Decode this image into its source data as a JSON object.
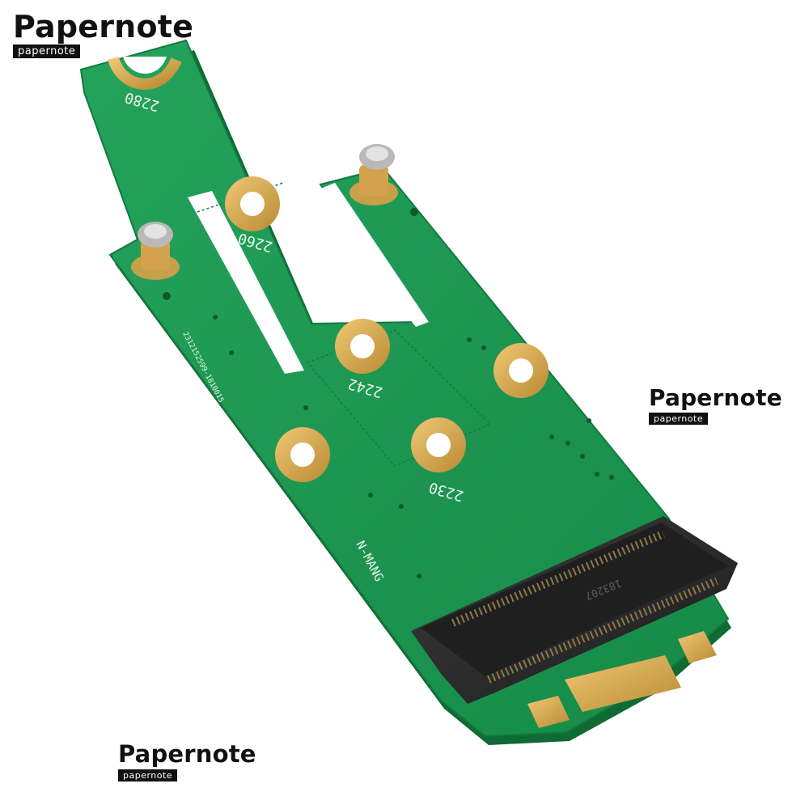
{
  "watermarks": [
    {
      "brand": "Papernote",
      "tag": "papernote"
    },
    {
      "brand": "Papernote",
      "tag": "papernote"
    },
    {
      "brand": "Papernote",
      "tag": "papernote"
    }
  ],
  "board": {
    "size_labels": [
      "2280",
      "2260",
      "2242",
      "2230"
    ],
    "model_text": "N-MANG",
    "serial_text": "2312152599-1810015",
    "connector_text": "183207"
  },
  "colors": {
    "pcb": "#1f9a55",
    "pcb_dark": "#137a3e",
    "gold": "#d9a84a",
    "connector": "#2b2b2b",
    "background": "#ffffff"
  }
}
